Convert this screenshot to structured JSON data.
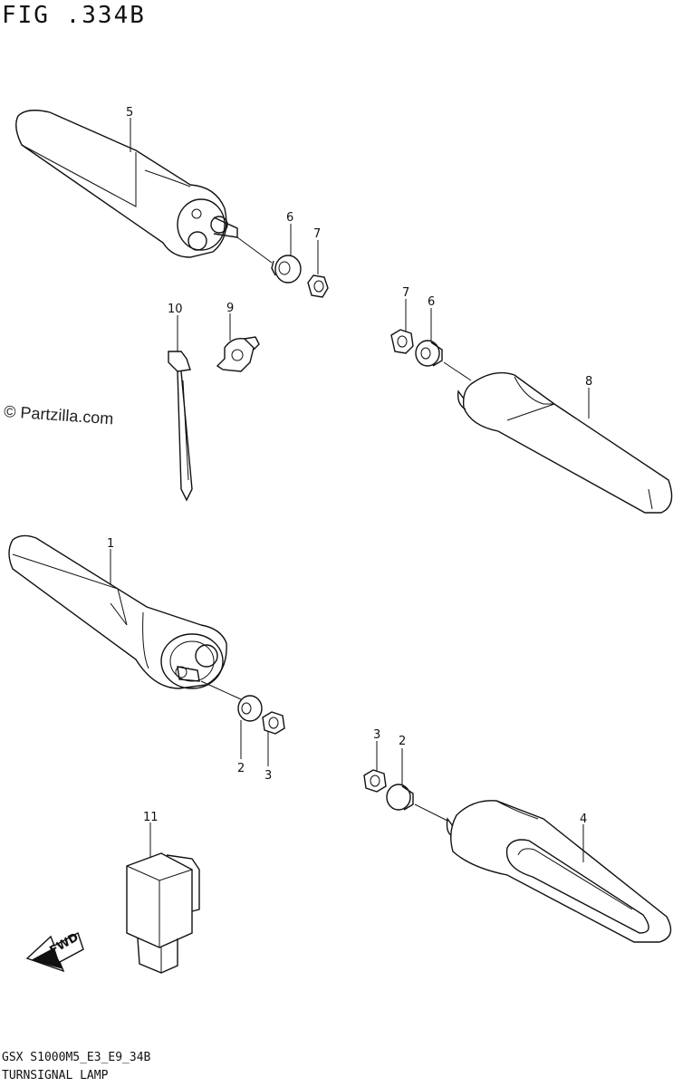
{
  "figure": {
    "title": "FIG .334B"
  },
  "watermark": {
    "text": "© Partzilla.com"
  },
  "callouts": {
    "c1": "1",
    "c2a": "2",
    "c2b": "2",
    "c3a": "3",
    "c3b": "3",
    "c4": "4",
    "c5": "5",
    "c6a": "6",
    "c6b": "6",
    "c7a": "7",
    "c7b": "7",
    "c8": "8",
    "c9": "9",
    "c10": "10",
    "c11": "11"
  },
  "fwd_label": "FWD",
  "footer": {
    "line1": "GSX S1000M5_E3_E9_34B",
    "line2": "TURNSIGNAL LAMP"
  }
}
